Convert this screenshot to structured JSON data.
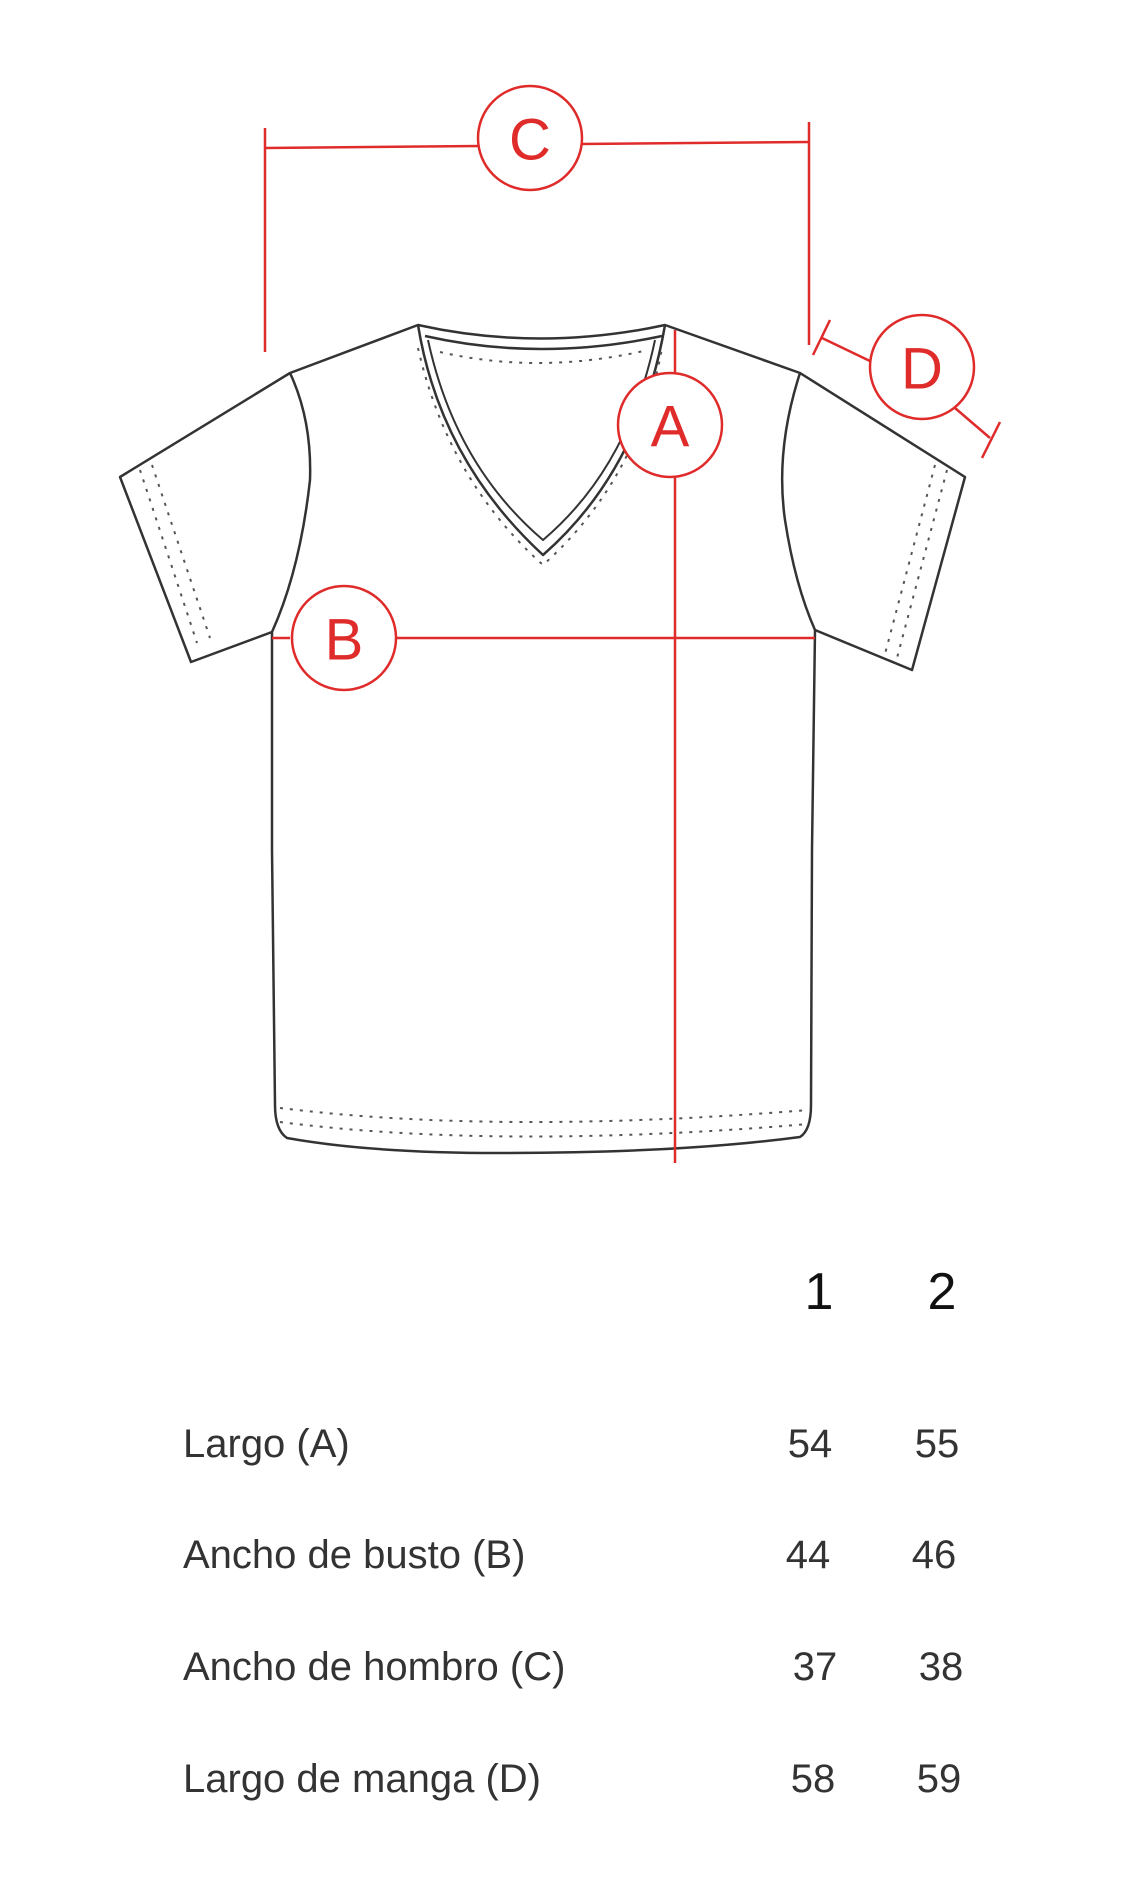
{
  "diagram": {
    "markers": {
      "a": "A",
      "b": "B",
      "c": "C",
      "d": "D"
    },
    "colors": {
      "measure": "#e02b2b",
      "outline": "#333333"
    }
  },
  "table": {
    "columns": [
      "1",
      "2"
    ],
    "rows": [
      {
        "label": "Largo (A)",
        "values": [
          "54",
          "55"
        ]
      },
      {
        "label": "Ancho de busto (B)",
        "values": [
          "44",
          "46"
        ]
      },
      {
        "label": "Ancho de hombro (C)",
        "values": [
          "37",
          "38"
        ]
      },
      {
        "label": "Largo de manga (D)",
        "values": [
          "58",
          "59"
        ]
      }
    ]
  }
}
